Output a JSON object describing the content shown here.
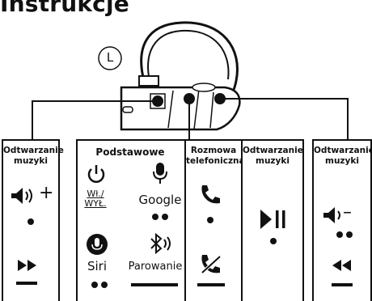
{
  "title": "Instrukcje",
  "earpiece_side_label": "L",
  "panels": {
    "left_music": {
      "heading": "Odtwarzanie muzyki",
      "vol_up_symbol": "+"
    },
    "basic": {
      "heading": "Podstawowe",
      "power_label": "Wł./ WYŁ.",
      "google_label": "Google",
      "siri_label": "Siri",
      "pairing_label": "Parowanie"
    },
    "call": {
      "heading": "Rozmowa telefoniczna"
    },
    "center_music": {
      "heading": "Odtwarzanie muzyki"
    },
    "right_music": {
      "heading": "Odtwarzanie muzyki",
      "vol_down_symbol": "–"
    }
  },
  "icons": {
    "vol_up": "speaker-volume-up-icon",
    "next": "fast-forward-icon",
    "power": "power-icon",
    "mic": "microphone-icon",
    "siri": "siri-microphone-icon",
    "bluetooth": "bluetooth-pairing-icon",
    "phone": "phone-answer-icon",
    "hangup": "phone-reject-icon",
    "play_pause": "play-pause-icon",
    "vol_down": "speaker-volume-down-icon",
    "prev": "rewind-icon"
  }
}
